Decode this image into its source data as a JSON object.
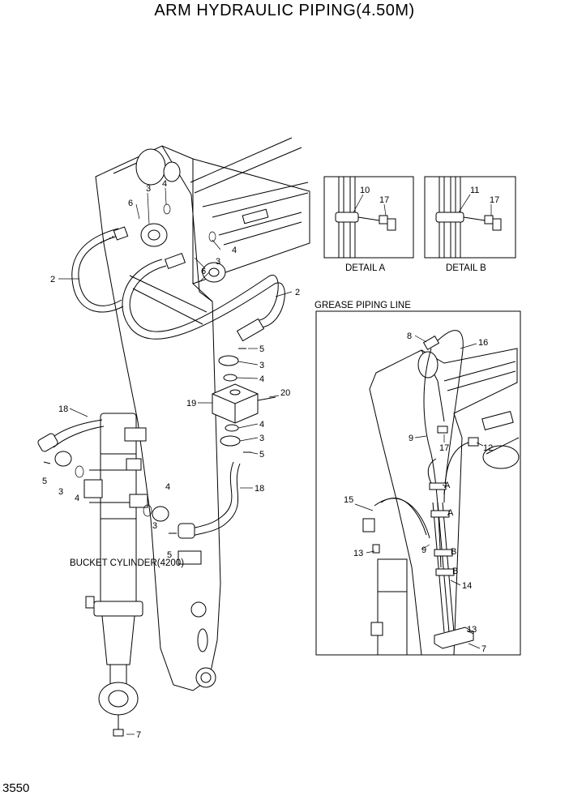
{
  "title": "ARM HYDRAULIC PIPING(4.50M)",
  "page_number": "3550",
  "captions": {
    "bucket_cylinder": "BUCKET CYLINDER(4200)",
    "detail_a": "DETAIL A",
    "detail_b": "DETAIL B",
    "grease_piping": "GREASE PIPING LINE"
  },
  "main_callouts": [
    "2",
    "2",
    "3",
    "3",
    "3",
    "3",
    "3",
    "4",
    "4",
    "4",
    "4",
    "4",
    "5",
    "5",
    "5",
    "5",
    "6",
    "6",
    "7",
    "18",
    "18",
    "19",
    "20"
  ],
  "detail_a_callouts": [
    "10",
    "17"
  ],
  "detail_b_callouts": [
    "11",
    "17"
  ],
  "grease_callouts": [
    "8",
    "16",
    "9",
    "9",
    "17",
    "12",
    "15",
    "13",
    "13",
    "14",
    "7",
    "A",
    "A",
    "B",
    "B"
  ]
}
